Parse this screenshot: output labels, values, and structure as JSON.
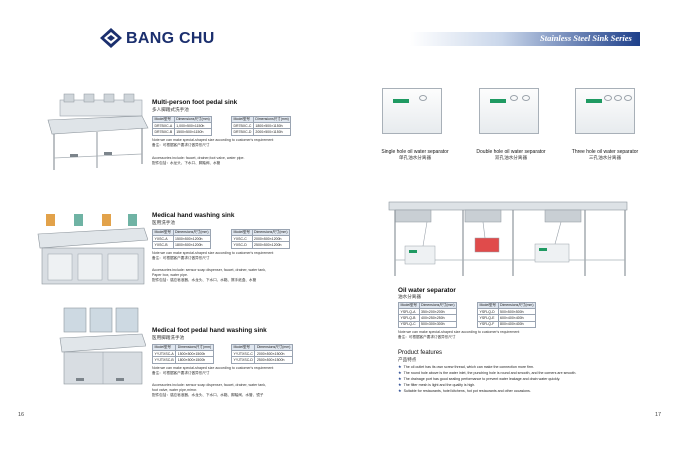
{
  "header": {
    "brand": "BANG CHU",
    "series_title": "Stainless Steel Sink Series"
  },
  "left_page": {
    "page_number": "16",
    "multi_sink": {
      "title": "Multi-person foot pedal sink",
      "subtitle": "多人脚踏式洗手池",
      "table_left": {
        "headers": [
          "Model型号",
          "Dimensions尺寸(mm)"
        ],
        "rows": [
          [
            "DR7BXC-A",
            "1,000×500×1150h"
          ],
          [
            "DR7BXC-B",
            "1500×500×1150h"
          ]
        ]
      },
      "table_right": {
        "headers": [
          "Model型号",
          "Dimensions尺寸(mm)"
        ],
        "rows": [
          [
            "DR7BXC-C",
            "1800×500×1150h"
          ],
          [
            "DR7BXC-D",
            "2000×500×1150h"
          ]
        ]
      },
      "note_en": "Note:we can make special-shaped size according to customer's requirement",
      "note_cn": "备注：可根据客户要求订做异形尺寸",
      "acc_en": "Accessories include: faucet, drainer,foot valve, water pipe.",
      "acc_cn": "配件包括：水龙头、下水口、脚踏阀、水管"
    },
    "medical_sink": {
      "title": "Medical hand washing sink",
      "subtitle": "医用洗手池",
      "table_left": {
        "headers": [
          "Model型号",
          "Dimensions尺寸(mm)"
        ],
        "rows": [
          [
            "YXSC-A",
            "1500×500×1200h"
          ],
          [
            "YXSC-B",
            "1800×500×1200h"
          ]
        ]
      },
      "table_right": {
        "headers": [
          "Model型号",
          "Dimensions尺寸(mm)"
        ],
        "rows": [
          [
            "YXSC-C",
            "2000×500×1200h"
          ],
          [
            "YXSC-D",
            "2500×500×1200h"
          ]
        ]
      },
      "note_en": "Note:we can make special-shaped size according to customer's requirement",
      "note_cn": "备注：可根据客户要求订做异形尺寸",
      "acc_en": "Accessories include: sensor soap dispenser, faucet, drainer, water tank,",
      "acc_en2": "Paper box, water pipe.",
      "acc_cn": "配件包括：感应皂液器、水龙头、下水口、水箱、擦手纸盒、水管"
    },
    "foot_sink": {
      "title": "Medical foot pedal hand washing sink",
      "subtitle": "医用脚踏洗手池",
      "table_left": {
        "headers": [
          "Model型号",
          "Dimensions尺寸(mm)"
        ],
        "rows": [
          [
            "YYJTXSC-A",
            "1500×500×1500h"
          ],
          [
            "YYJTXSC-B",
            "1800×500×1500h"
          ]
        ]
      },
      "table_right": {
        "headers": [
          "Model型号",
          "Dimensions尺寸(mm)"
        ],
        "rows": [
          [
            "YYJTXSC-C",
            "2000×500×1500h"
          ],
          [
            "YYJTXSC-D",
            "2500×500×1500h"
          ]
        ]
      },
      "note_en": "Note:we can make special-shaped size according to customer's requirement",
      "note_cn": "备注：可根据客户要求订做异形尺寸",
      "acc_en": "Accessories include: sensor soap dispenser, faucet, drainer, water tank,",
      "acc_en2": "foot valve, water pipe,mirror.",
      "acc_cn": "配件包括：感应皂液器、水龙头、下水口、水箱、脚踏阀、水管、镜子"
    }
  },
  "right_page": {
    "page_number": "17",
    "separators": [
      {
        "name_en": "Single hole oil water separator",
        "name_cn": "单孔油水分离器"
      },
      {
        "name_en": "Double hole oil water separator",
        "name_cn": "双孔油水分离器"
      },
      {
        "name_en": "Three hole oil water separator",
        "name_cn": "三孔油水分离器"
      }
    ],
    "oil_separator": {
      "title": "Oil water separator",
      "subtitle": "油水分离器",
      "table_left": {
        "headers": [
          "Model型号",
          "Dimensions尺寸(mm)"
        ],
        "rows": [
          [
            "YSFLQ-A",
            "350×200×200h"
          ],
          [
            "YSFLQ-B",
            "400×250×250h"
          ],
          [
            "YSFLQ-C",
            "500×300×300h"
          ]
        ]
      },
      "table_right": {
        "headers": [
          "Model型号",
          "Dimensions尺寸(mm)"
        ],
        "rows": [
          [
            "YSFLQ-D",
            "500×500×500h"
          ],
          [
            "YSFLQ-E",
            "600×400×400h"
          ],
          [
            "YSFLQ-F",
            "800×400×400h"
          ]
        ]
      },
      "note_en": "Note:we can make special-shaped size according to customer's requirement",
      "note_cn": "备注：可根据客户要求订做异形尺寸"
    },
    "features": {
      "title": "Product features",
      "subtitle": "产品特点",
      "items": [
        "The oil outlet has its own screw thread, which can make the connection more firm.",
        "The round hole above is the water inlet, the punching hole is round and smooth, and the corners are smooth.",
        "The drainage port has good sealing performance to prevent water leakage and drain water quickly.",
        "The filter mesh is light and the quality is high.",
        "Suitable for restaurants, hotel kitchens, hot pot restaurants and other occasions."
      ]
    }
  },
  "colors": {
    "brand_blue": "#1b2f6e",
    "band_blue": "#1d3f8a",
    "label_green": "#1f9a62"
  }
}
